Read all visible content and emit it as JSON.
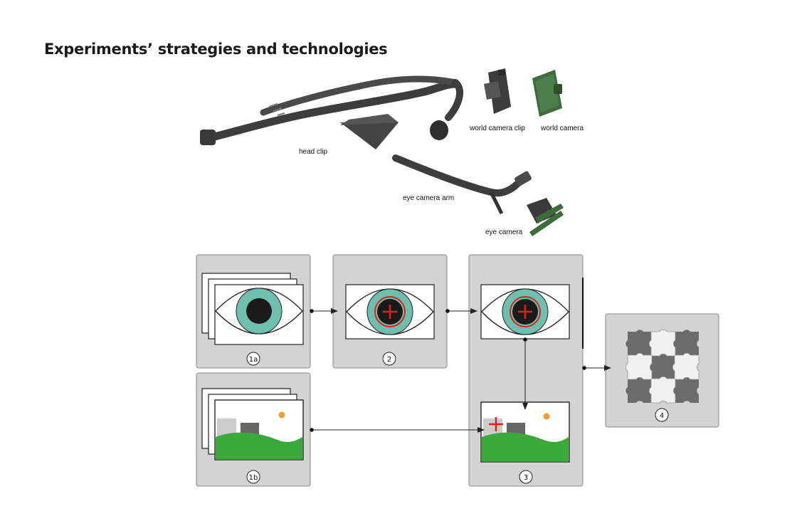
{
  "title": "Experiments’ strategies and technologies",
  "hardware": {
    "labels": {
      "head_clip": "head clip",
      "world_camera_clip": "world camera clip",
      "world_camera": "world camera",
      "eye_camera_arm": "eye camera arm",
      "eye_camera": "eye camera"
    }
  },
  "pipeline": {
    "steps": {
      "s1a": "1a",
      "s1b": "1b",
      "s2": "2",
      "s3": "3",
      "s4": "4"
    }
  },
  "colors": {
    "panel_bg": "#d3d3d3",
    "panel_border": "#8a8a8a",
    "iris": "#6fbfae",
    "pupil": "#1a1a1a",
    "crosshair": "#e02020",
    "ground": "#3aaa3a",
    "sun": "#f0a030",
    "building_light": "#cccccc",
    "building_dark": "#666666",
    "puzzle": "#6b6b6b",
    "hardware": "#3d3d3d",
    "camera_green": "#3f6b3f"
  }
}
